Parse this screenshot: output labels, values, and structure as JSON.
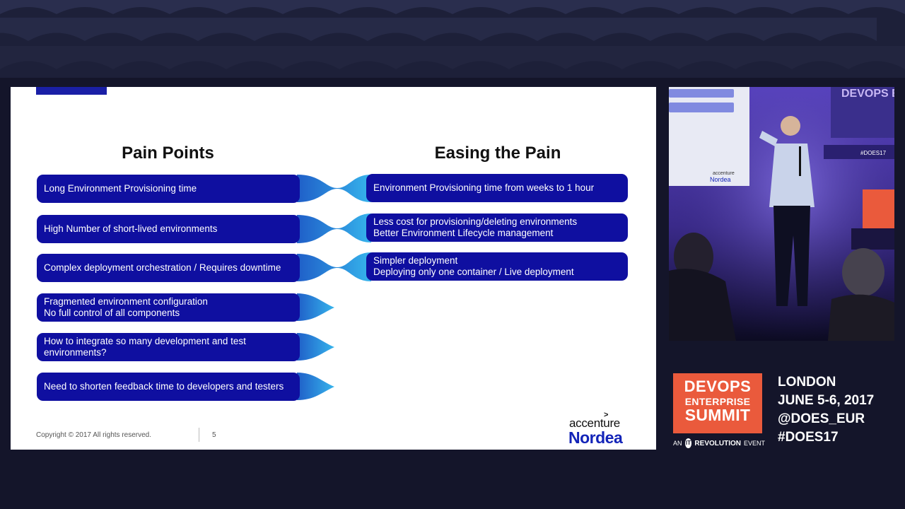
{
  "slide": {
    "left_heading": "Pain Points",
    "right_heading": "Easing the Pain",
    "pain_points": [
      {
        "line1": "Long Environment Provisioning time",
        "line2": ""
      },
      {
        "line1": "High Number of short-lived environments",
        "line2": ""
      },
      {
        "line1": "Complex deployment orchestration / Requires downtime",
        "line2": ""
      },
      {
        "line1": "Fragmented environment configuration",
        "line2": "No full control of all components"
      },
      {
        "line1": "How to integrate so many development and test",
        "line2": "environments?"
      },
      {
        "line1": "Need to shorten feedback time to developers and testers",
        "line2": ""
      }
    ],
    "easing": [
      {
        "line1": "Environment Provisioning time from weeks to 1 hour",
        "line2": ""
      },
      {
        "line1": "Less cost for provisioning/deleting environments",
        "line2": "Better Environment Lifecycle management"
      },
      {
        "line1": "Simpler deployment",
        "line2": "Deploying only one container / Live deployment"
      }
    ],
    "copyright": "Copyright © 2017 All rights reserved.",
    "page_number": "5",
    "logo_accenture": "accenture",
    "logo_accenture_mark": ">",
    "logo_nordea": "Nordea",
    "colors": {
      "pill": "#0f0fa0",
      "connector": "#2aa4e0",
      "nordea": "#1324b8"
    }
  },
  "video": {
    "backdrop_text": "DEVOPS ENTERPRISE SUMMIT",
    "tag": "#DOES17"
  },
  "branding": {
    "logo_line1": "DEVOPS",
    "logo_line2": "ENTERPRISE",
    "logo_line3": "SUMMIT",
    "logo_color": "#ea5a3c",
    "event_prefix": "AN",
    "event_badge": "IT",
    "event_name": "REVOLUTION",
    "event_suffix": "EVENT"
  },
  "event_info": {
    "city": "LONDON",
    "dates": "JUNE 5-6, 2017",
    "handle": "@DOES_EUR",
    "hashtag": "#DOES17"
  }
}
